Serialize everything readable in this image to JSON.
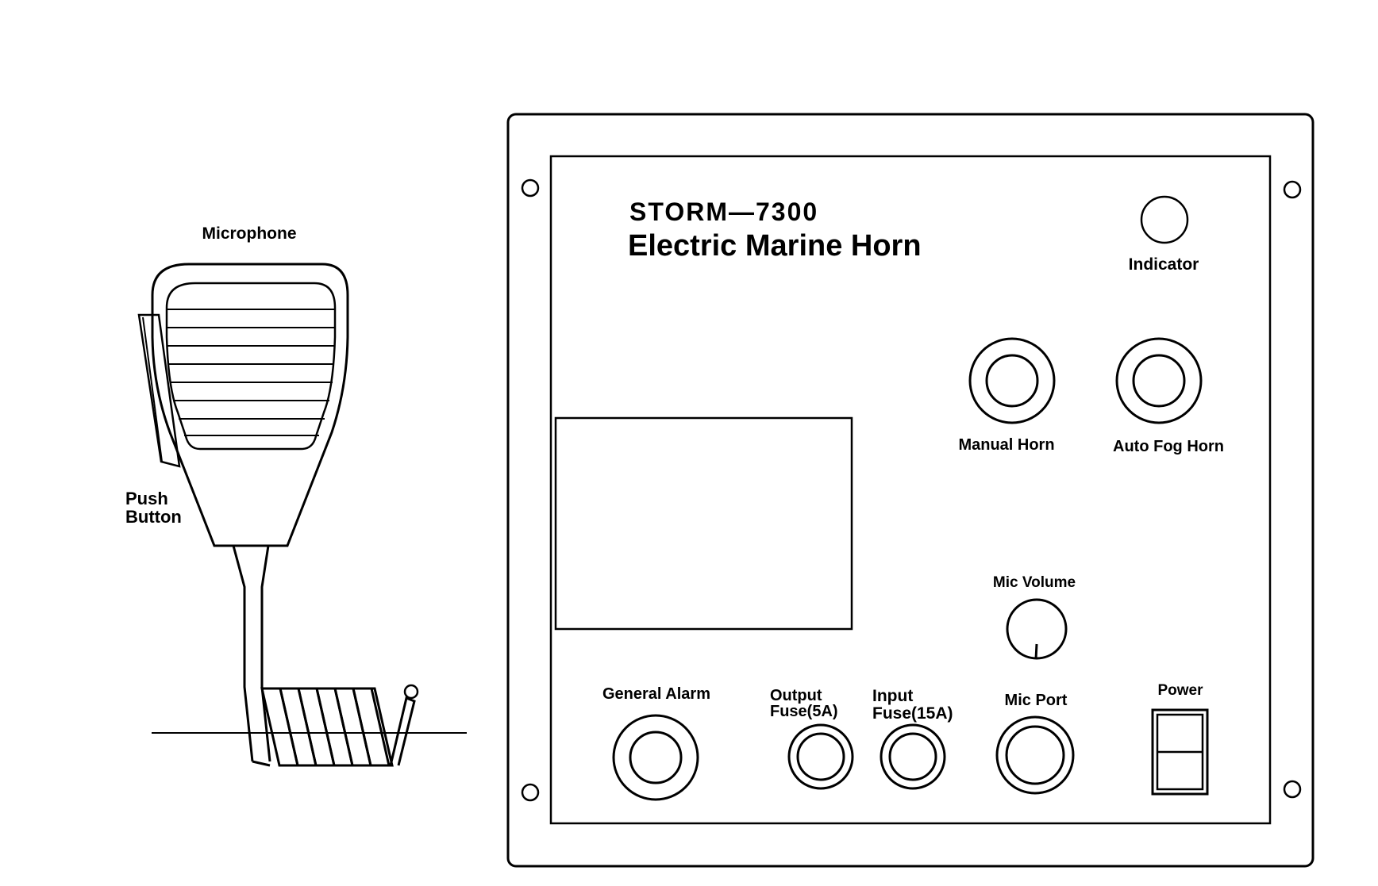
{
  "microphone": {
    "title": "Microphone",
    "push_button_line1": "Push",
    "push_button_line2": "Button"
  },
  "panel": {
    "model": "STORM—7300",
    "product_name": "Electric Marine Horn",
    "indicator_label": "Indicator",
    "manual_horn_label": "Manual Horn",
    "auto_fog_horn_label": "Auto Fog Horn",
    "mic_volume_label": "Mic Volume",
    "general_alarm_label": "General Alarm",
    "output_fuse_line1": "Output",
    "output_fuse_line2": "Fuse(5A)",
    "input_fuse_line1": "Input",
    "input_fuse_line2": "Fuse(15A)",
    "mic_port_label": "Mic Port",
    "power_label": "Power"
  },
  "colors": {
    "line": "#000000",
    "background": "#ffffff"
  }
}
